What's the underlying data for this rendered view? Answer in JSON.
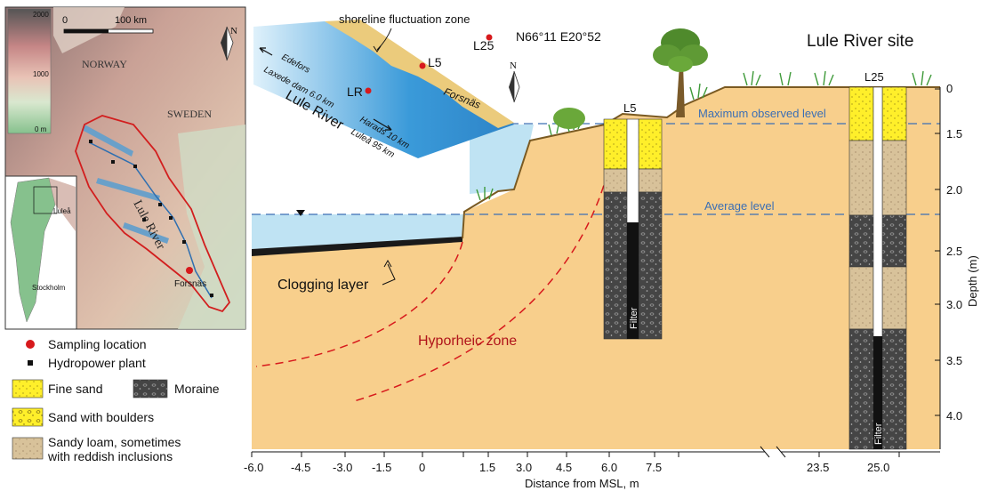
{
  "map": {
    "scale_legend": [
      "2000",
      "1000",
      "0 m"
    ],
    "scale_bar_start": "0",
    "scale_bar_end": "100 km",
    "north": "N",
    "countries": [
      "NORWAY",
      "SWEDEN"
    ],
    "river_name": "Lule River",
    "site": "Forsnäs",
    "inset_cities": [
      "Luleå",
      "Stockholm"
    ]
  },
  "legend": {
    "sampling_location": "Sampling location",
    "hydropower_plant": "Hydropower plant",
    "fine_sand": "Fine sand",
    "moraine": "Moraine",
    "sand_with_boulders": "Sand with boulders",
    "sandy_loam_line1": "Sandy loam, sometimes",
    "sandy_loam_line2": "with reddish inclusions"
  },
  "site_map": {
    "shoreline_label": "shoreline fluctuation zone",
    "points": [
      "L5",
      "LR",
      "L25"
    ],
    "forsnas": "Forsnäs",
    "river_label": "Lule River",
    "edefors_line1": "Edefors",
    "edefors_line2": "Laxede dam 6.0 km",
    "harads_line1": "Harads 10 km",
    "harads_line2": "Luleå 95 km",
    "north": "N"
  },
  "section": {
    "coords": "N66°11 E20°52",
    "site_title": "Lule River site",
    "well_labels": [
      "L5",
      "L25"
    ],
    "max_level": "Maximum observed level",
    "avg_level": "Average level",
    "clogging": "Clogging layer",
    "hyporheic": "Hyporheic zone",
    "filter": "Filter"
  },
  "axes": {
    "x_ticks": [
      "-6.0",
      "-4.5",
      "-3.0",
      "-1.5",
      "0",
      "1.5",
      "3.0",
      "4.5",
      "6.0",
      "7.5",
      "23.5",
      "25.0"
    ],
    "x_label": "Distance from MSL, m",
    "y_ticks": [
      "0",
      "1.5",
      "2.0",
      "2.5",
      "3.0",
      "3.5",
      "4.0"
    ],
    "y_label": "Depth (m)"
  },
  "colors": {
    "soil": "#F8CF8C",
    "water": "#BFE3F3",
    "fine_sand": "#FFEF2A",
    "sandy_loam": "#D8C29A",
    "moraine": "#4A4A4A",
    "sample_dot": "#D7191C",
    "boundary_red": "#D7191C",
    "level_line": "#3C6FB4"
  }
}
